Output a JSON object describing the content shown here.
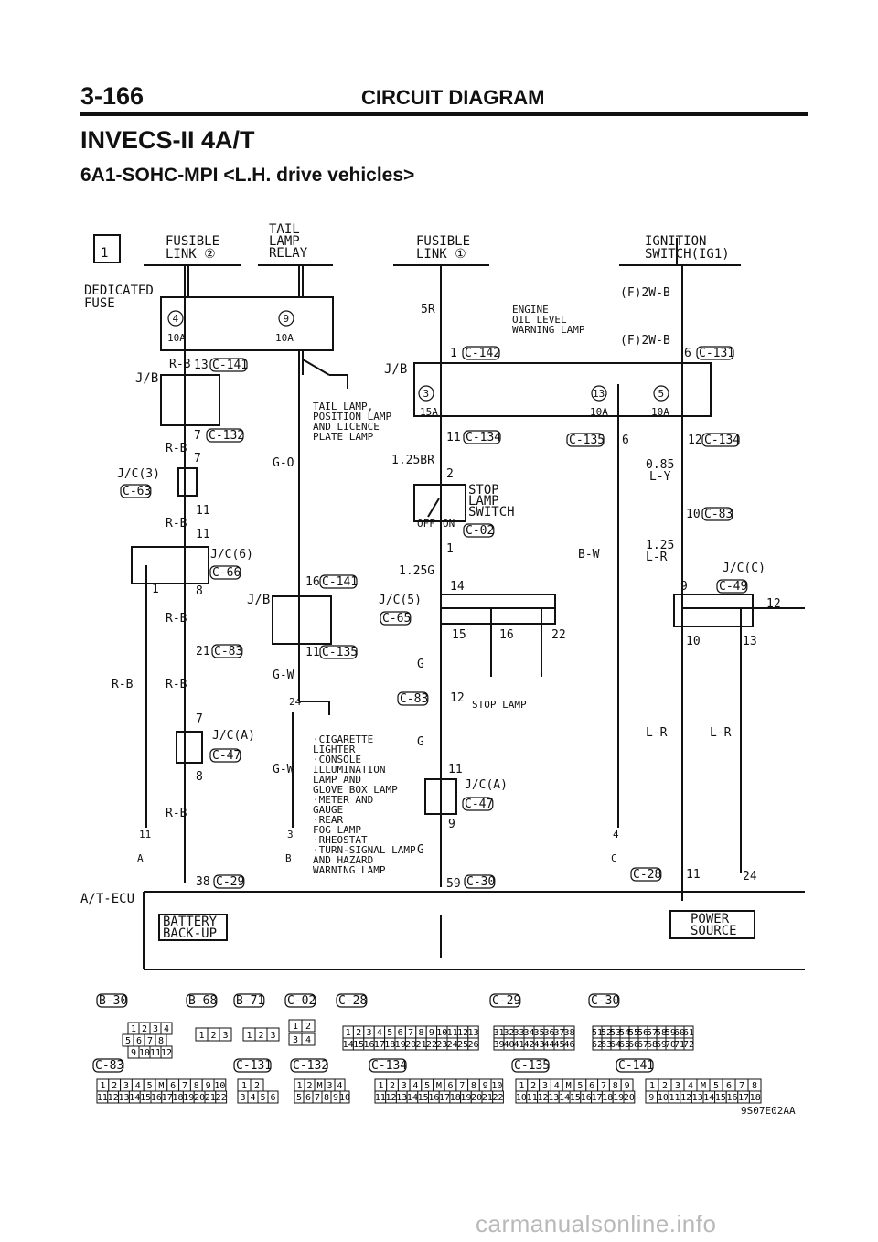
{
  "header": {
    "page": "3-166",
    "title": "CIRCUIT DIAGRAM"
  },
  "section": {
    "title": "INVECS-II 4A/T",
    "subtitle": "6A1-SOHC-MPI <L.H. drive vehicles>"
  },
  "diagram": {
    "sheet": "1",
    "top_labels": {
      "fusible_link_2": [
        "FUSIBLE",
        "LINK ②"
      ],
      "tail_lamp_relay": [
        "TAIL",
        "LAMP",
        "RELAY"
      ],
      "fusible_link_1": [
        "FUSIBLE",
        "LINK ①"
      ],
      "ignition_switch": [
        "IGNITION",
        "SWITCH(IG1)"
      ]
    },
    "dedicated_fuse": [
      "DEDICATED",
      "FUSE"
    ],
    "fuses": [
      {
        "num": "4",
        "rating": "10A"
      },
      {
        "num": "9",
        "rating": "10A"
      },
      {
        "num": "3",
        "rating": "15A"
      },
      {
        "num": "13",
        "rating": "10A"
      },
      {
        "num": "5",
        "rating": "10A"
      }
    ],
    "wires": {
      "rb": "R-B",
      "go": "G-O",
      "gw": "G-W",
      "g": "G",
      "bw": "B-W",
      "lr": "L-R",
      "w5r": "5R",
      "w125br": "1.25BR",
      "w125g": "1.25G",
      "w085": "0.85",
      "w085c": "L-Y",
      "w125": "1.25",
      "w125c": "L-R",
      "f2wb": "(F)2W-B"
    },
    "jb": "J/B",
    "jc3": "J/C(3)",
    "jc6": "J/C(6)",
    "jc5": "J/C(5)",
    "jca": "J/C(A)",
    "jcc": "J/C(C)",
    "connectors": {
      "c141": "C-141",
      "c132": "C-132",
      "c63": "C-63",
      "c66": "C-66",
      "c83": "C-83",
      "c47": "C-47",
      "c29": "C-29",
      "c135": "C-135",
      "c142": "C-142",
      "c134": "C-134",
      "c02": "C-02",
      "c65": "C-65",
      "c30": "C-30",
      "c131": "C-131",
      "c49": "C-49",
      "c28": "C-28"
    },
    "pins": {
      "p13": "13",
      "p7": "7",
      "p11": "11",
      "p1": "1",
      "p8": "8",
      "p21": "21",
      "p38": "38",
      "p16": "16",
      "p2": "2",
      "p14": "14",
      "p15": "15",
      "p22": "22",
      "p12": "12",
      "p9": "9",
      "p59": "59",
      "p6": "6",
      "p10": "10",
      "p24": "24"
    },
    "engine_oil": [
      "ENGINE",
      "OIL LEVEL",
      "WARNING LAMP"
    ],
    "tail_note": [
      "TAIL LAMP,",
      "POSITION LAMP",
      "AND LICENCE",
      "PLATE LAMP"
    ],
    "stop_switch": [
      "STOP",
      "LAMP",
      "SWITCH"
    ],
    "off": "OFF",
    "on": "ON",
    "stop_lamp": "STOP LAMP",
    "lighter_list": [
      "·CIGARETTE",
      "LIGHTER",
      "·CONSOLE",
      "ILLUMINATION",
      "LAMP AND",
      "GLOVE BOX LAMP",
      "·METER AND",
      "GAUGE",
      "·REAR",
      "FOG LAMP",
      "·RHEOSTAT",
      "·TURN-SIGNAL LAMP",
      "AND HAZARD",
      "WARNING LAMP"
    ],
    "refs": {
      "r11": "11",
      "rA": "A",
      "r3": "3",
      "rB": "B",
      "r4": "4",
      "rC": "C",
      "r24": "24"
    },
    "ecu": "A/T-ECU",
    "battery": [
      "BATTERY",
      "BACK-UP"
    ],
    "power": [
      "POWER",
      "SOURCE"
    ],
    "code": "9S07E02AA"
  },
  "connector_views": {
    "row1": [
      "B-30",
      "B-68",
      "B-71",
      "C-02",
      "C-28",
      "C-29",
      "C-30"
    ],
    "row2": [
      "C-83",
      "C-131",
      "C-132",
      "C-134",
      "C-135",
      "C-141"
    ],
    "c28_top": [
      "1",
      "2",
      "3",
      "4",
      "5",
      "6",
      "7",
      "8",
      "9",
      "10",
      "11",
      "12",
      "13"
    ],
    "c28_bot": [
      "14",
      "15",
      "16",
      "17",
      "18",
      "19",
      "20",
      "21",
      "22",
      "23",
      "24",
      "25",
      "26"
    ],
    "c29_top": [
      "31",
      "32",
      "33",
      "34",
      "35",
      "36",
      "37",
      "38"
    ],
    "c29_bot": [
      "39",
      "40",
      "41",
      "42",
      "43",
      "44",
      "45",
      "46"
    ],
    "c30_top": [
      "51",
      "52",
      "53",
      "54",
      "55",
      "56",
      "57",
      "58",
      "59",
      "60",
      "61"
    ],
    "c30_bot": [
      "62",
      "63",
      "64",
      "65",
      "66",
      "67",
      "68",
      "69",
      "70",
      "71",
      "72"
    ],
    "c83_top": [
      "1",
      "2",
      "3",
      "4",
      "5",
      "M",
      "6",
      "7",
      "8",
      "9",
      "10"
    ],
    "c83_bot": [
      "11",
      "12",
      "13",
      "14",
      "15",
      "16",
      "17",
      "18",
      "19",
      "20",
      "21",
      "22"
    ],
    "c131": [
      "1",
      "2",
      "3",
      "4",
      "5",
      "6"
    ],
    "c132_top": [
      "1",
      "2",
      "M",
      "3",
      "4"
    ],
    "c132_bot": [
      "5",
      "6",
      "7",
      "8",
      "9",
      "10"
    ],
    "c134_top": [
      "1",
      "2",
      "3",
      "4",
      "5",
      "M",
      "6",
      "7",
      "8",
      "9",
      "10"
    ],
    "c134_bot": [
      "11",
      "12",
      "13",
      "14",
      "15",
      "16",
      "17",
      "18",
      "19",
      "20",
      "21",
      "22"
    ],
    "c135_top": [
      "1",
      "2",
      "3",
      "4",
      "M",
      "5",
      "6",
      "7",
      "8",
      "9"
    ],
    "c135_bot": [
      "10",
      "11",
      "12",
      "13",
      "14",
      "15",
      "16",
      "17",
      "18",
      "19",
      "20"
    ],
    "c141_top": [
      "1",
      "2",
      "3",
      "4",
      "M",
      "5",
      "6",
      "7",
      "8"
    ],
    "c141_bot": [
      "9",
      "10",
      "11",
      "12",
      "13",
      "14",
      "15",
      "16",
      "17",
      "18"
    ],
    "b30": [
      "1",
      "2",
      "3",
      "4",
      "5",
      "6",
      "7",
      "8",
      "9",
      "10",
      "11",
      "12"
    ],
    "b68": [
      "1",
      "2",
      "3"
    ],
    "b71": [
      "1",
      "2",
      "3"
    ],
    "c02": [
      "1",
      "2",
      "3",
      "4"
    ]
  },
  "watermark": "carmanualsonline.info"
}
